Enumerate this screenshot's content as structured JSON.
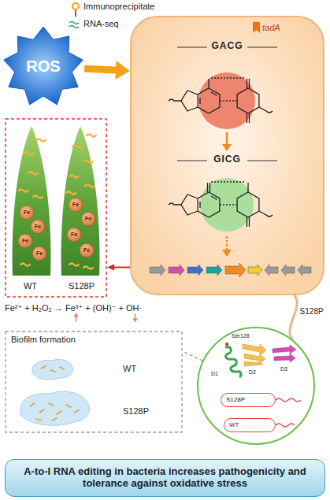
{
  "diagram": {
    "nodes": [
      {
        "text": [
          "ROS"
        ]
      },
      {
        "text": [
          "tadA",
          "GACG",
          "GICG"
        ]
      },
      {
        "text": [
          "WT",
          "S128P"
        ]
      },
      {
        "text": [
          "Biofilm formation",
          "WT",
          "S128P"
        ]
      },
      {
        "text": [
          "Ser128",
          "D1",
          "D2",
          "D3"
        ]
      },
      {
        "text": [
          "S128P"
        ],
        "in": 4
      },
      {
        "text": [
          "WT"
        ],
        "in": 4
      },
      {
        "text": [
          "A-to-I RNA editing in bacteria increases pathogenicity and tolerance against oxidative stress"
        ]
      }
    ],
    "edges": [
      {
        "from": 0,
        "to": 1,
        "arrow": "to"
      },
      {
        "from": 1,
        "to": 2,
        "arrow": "to"
      },
      {
        "from": 1,
        "to": 4,
        "arrow": "none",
        "label": "S128P"
      },
      {
        "from": 4,
        "to": 3,
        "arrow": "none"
      }
    ],
    "labels": [
      "Immunoprecipitate",
      "RNA-seq",
      "Fe²⁺ + H₂O₂ → Fe³⁺ + (OH)⁻ + OH·",
      "Fe",
      "Fe",
      "Fe",
      "Fe",
      "Fe",
      "Fe",
      "Fe",
      "Fe"
    ]
  }
}
